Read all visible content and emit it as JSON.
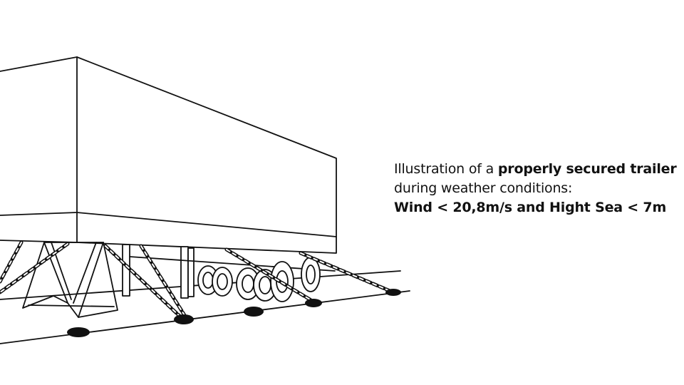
{
  "caption": {
    "line1_normal": "Illustration of a ",
    "line1_bold": "properly secured trailer",
    "line2": "during weather conditions:",
    "line3": "Wind < 20,8m/s and Hight Sea < 7m"
  },
  "colors": {
    "ink": "#111111",
    "background": "#ffffff"
  }
}
